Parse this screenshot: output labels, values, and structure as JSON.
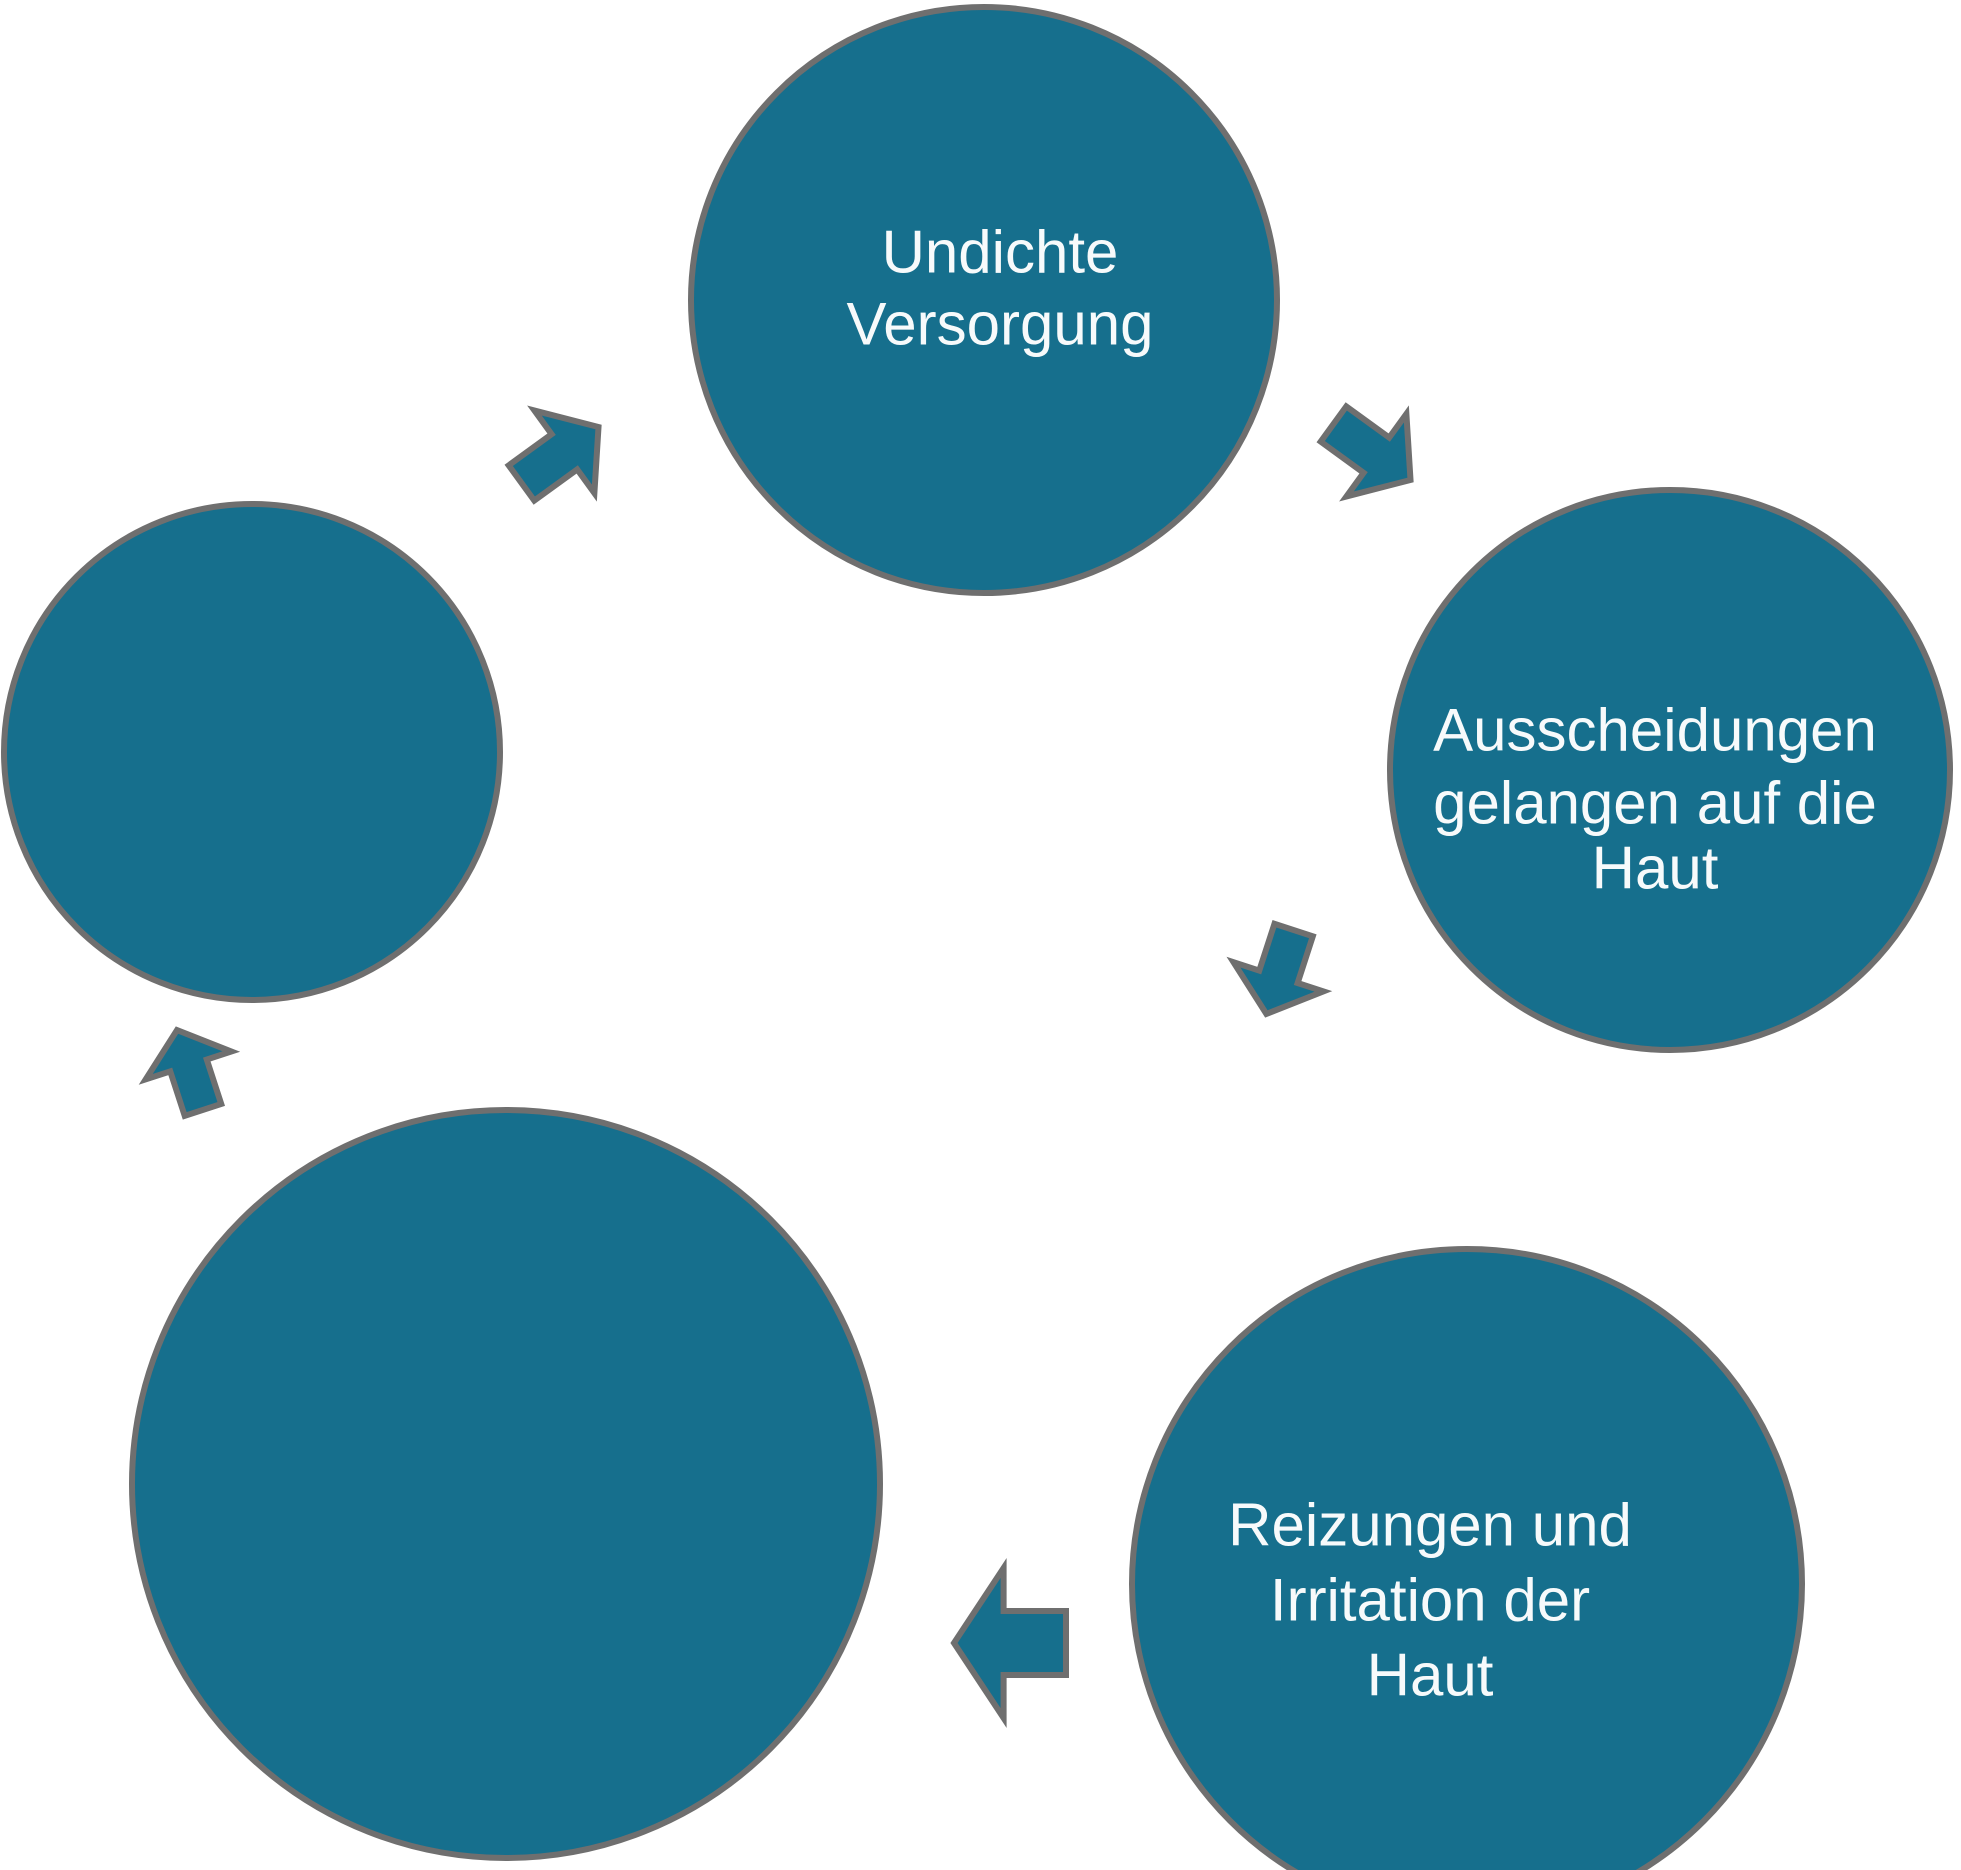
{
  "diagram": {
    "type": "cycle",
    "flow_direction": "clockwise",
    "background_color": "#ffffff",
    "node_fill_color": "#166F8D",
    "outline_color": "#6F6F6F",
    "label_color": "#F7FAFB",
    "node_count": 5,
    "arrow_count": 5,
    "nodes": {
      "top": {
        "line1": "Undichte",
        "line2": "Versorgung"
      },
      "right": {
        "line1": "Ausscheidungen",
        "line2": "gelangen auf die",
        "line3": "Haut"
      },
      "bottom_right": {
        "line1": "Reizungen und",
        "line2": "Irritation der",
        "line3": "Haut"
      },
      "bottom_left": {
        "label": ""
      },
      "left": {
        "label": ""
      }
    },
    "arrows": {
      "a1": "left-to-top",
      "a2": "top-to-right",
      "a3": "right-to-bottom-right",
      "a4": "bottom-right-to-bottom-left",
      "a5": "bottom-left-to-left"
    }
  }
}
